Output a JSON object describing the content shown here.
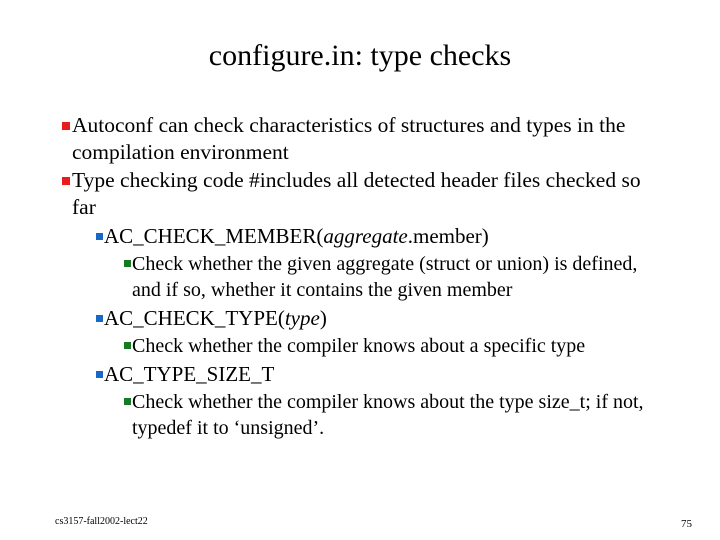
{
  "slide": {
    "title": "configure.in: type checks",
    "footer_label": "cs3157-fall2002-lect22",
    "page_number": "75",
    "bullet_colors": {
      "level1": "#ea1b1b",
      "level3": "#1868c8",
      "level4": "#157a22"
    },
    "bullets": [
      {
        "level": 1,
        "text": "Autoconf can check characteristics of structures and types in the compilation environment"
      },
      {
        "level": 1,
        "text": "Type checking code #includes all detected header files checked so far"
      },
      {
        "level": 3,
        "prefix": "AC_CHECK_MEMBER(",
        "italic": "aggregate",
        "suffix": ".member)"
      },
      {
        "level": 4,
        "text": "Check whether the given aggregate (struct or union) is defined, and if so, whether it contains the given member"
      },
      {
        "level": 3,
        "prefix": "AC_CHECK_TYPE(",
        "italic": "type",
        "suffix": ")"
      },
      {
        "level": 4,
        "text": "Check whether the compiler knows about a specific type"
      },
      {
        "level": 3,
        "prefix": "AC_TYPE_SIZE_T",
        "italic": "",
        "suffix": ""
      },
      {
        "level": 4,
        "text": "Check whether the compiler knows about the type size_t; if not, typedef it to ‘unsigned’."
      }
    ]
  }
}
